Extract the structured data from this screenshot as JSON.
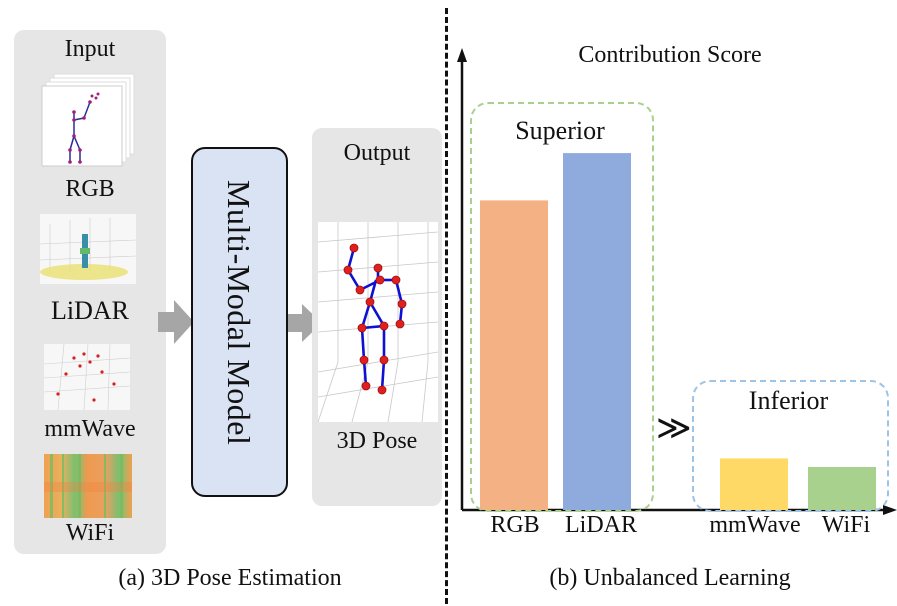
{
  "panel_a": {
    "input_title": "Input",
    "modalities": [
      "RGB",
      "LiDAR",
      "mmWave",
      "WiFi"
    ],
    "model_label": "Multi-Modal Model",
    "output_title": "Output",
    "output_label": "3D Pose",
    "caption": "(a) 3D Pose Estimation"
  },
  "panel_b": {
    "caption": "(b) Unbalanced Learning",
    "comparison_symbol": "≫"
  },
  "chart_data": {
    "type": "bar",
    "title": "Contribution Score",
    "categories": [
      "RGB",
      "LiDAR",
      "mmWave",
      "WiFi"
    ],
    "values": [
      0.72,
      0.83,
      0.12,
      0.1
    ],
    "colors": [
      "#f4b183",
      "#8faadc",
      "#ffd966",
      "#a9d18e"
    ],
    "groups": [
      {
        "label": "Superior",
        "members": [
          "RGB",
          "LiDAR"
        ],
        "border_color": "#a9d18e"
      },
      {
        "label": "Inferior",
        "members": [
          "mmWave",
          "WiFi"
        ],
        "border_color": "#9dc3e6"
      }
    ],
    "xlabel": "",
    "ylabel": "",
    "ylim": [
      0,
      1
    ],
    "grid": false
  }
}
